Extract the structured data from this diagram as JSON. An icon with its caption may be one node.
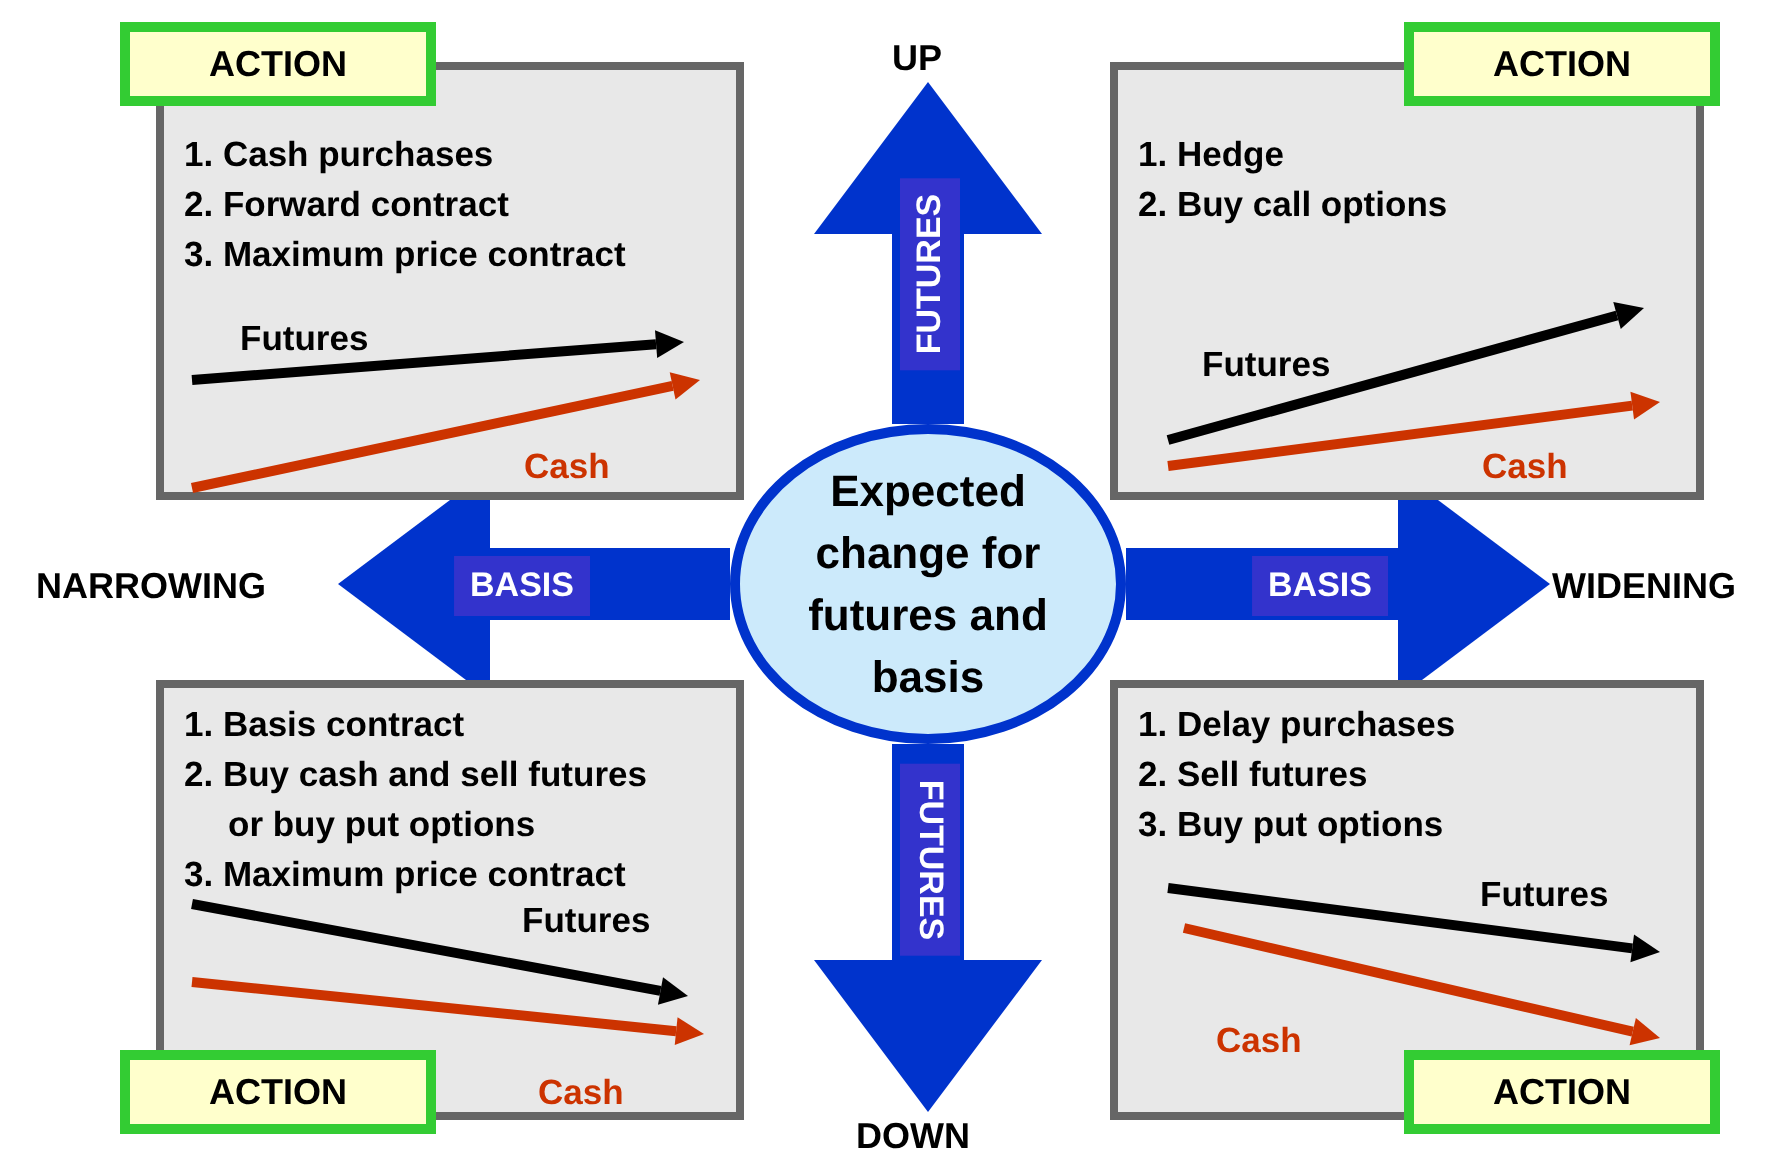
{
  "diagram": {
    "nodes": [
      {
        "text": [
          "UP"
        ]
      },
      {
        "text": [
          "NARROWING"
        ]
      },
      {
        "text": [
          "Expected change for futures and basis"
        ]
      },
      {
        "text": [
          "WIDENING"
        ]
      },
      {
        "text": [
          "DOWN"
        ]
      },
      {
        "text": [
          "1. Cash purchases",
          "2. Forward contract",
          "3. Maximum price contract",
          "Futures",
          "Cash"
        ]
      },
      {
        "text": [
          "ACTION"
        ]
      },
      {
        "text": [
          "1. Hedge",
          "2. Buy call options",
          "Futures",
          "Cash"
        ]
      },
      {
        "text": [
          "ACTION"
        ]
      },
      {
        "text": [
          "1. Basis contract",
          "2. Buy cash and sell futures or buy put options",
          "3. Maximum price contract",
          "Futures",
          "Cash"
        ]
      },
      {
        "text": [
          "ACTION"
        ]
      },
      {
        "text": [
          "1. Delay purchases",
          "2. Sell futures",
          "3. Buy put options",
          "Futures",
          "Cash"
        ]
      },
      {
        "text": [
          "ACTION"
        ]
      }
    ],
    "edges": [
      {
        "from": 2,
        "to": 0,
        "arrow": "to",
        "label": "FUTURES"
      },
      {
        "from": 2,
        "to": 1,
        "arrow": "to",
        "label": "BASIS"
      },
      {
        "from": 2,
        "to": 3,
        "arrow": "to",
        "label": "BASIS"
      },
      {
        "from": 2,
        "to": 4,
        "arrow": "to",
        "label": "FUTURES"
      }
    ]
  }
}
